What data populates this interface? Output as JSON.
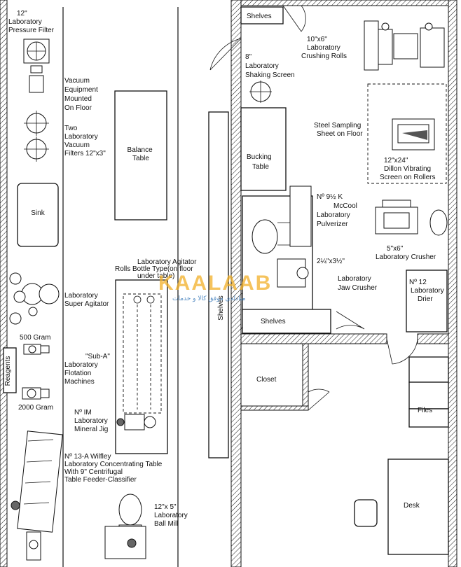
{
  "labels": {
    "pressure_filter": [
      "12\"",
      "Laboratory",
      "Pressure Filter"
    ],
    "vacuum_equipment": [
      "Vacuum",
      "Equipment",
      "Mounted",
      "On Floor"
    ],
    "vacuum_filters": [
      "Two",
      "Laboratory",
      "Vacuum",
      "Filters 12\"x3\""
    ],
    "balance_table": [
      "Balance",
      "Table"
    ],
    "sink": "Sink",
    "super_agitator": [
      "Laboratory",
      "Super Agitator"
    ],
    "agitator_bottle": [
      "Laboratory Agitator",
      "Rolls Bottle Type(on floor",
      "under table)"
    ],
    "gram_500": "500 Gram",
    "gram_2000": "2000 Gram",
    "reagents": "Reagents",
    "flotation": [
      "\"Sub-A\"",
      "Laboratory",
      "Flotation",
      "Machines"
    ],
    "mineral_jig": [
      "Nº IM",
      "Laboratory",
      "Mineral Jig"
    ],
    "wilfley": [
      "Nº 13-A         Wilfley",
      "Laboratory Concentrating Table",
      "With 9\" Centrifugal",
      "Table Feeder-Classifier"
    ],
    "ball_mill": [
      "12\"x 5\"",
      "Laboratory",
      "Ball Mill"
    ],
    "shelves_left": "Shelves",
    "shelves_top": "Shelves",
    "crushing_rolls": [
      "10\"x6\"",
      "Laboratory",
      "Crushing Rolls"
    ],
    "shaking_screen": [
      "8\"",
      "Laboratory",
      "Shaking Screen"
    ],
    "sampling_sheet": [
      "Steel Sampling",
      "Sheet on Floor"
    ],
    "vibrating_screen": [
      "12\"x24\"",
      "Dillon Vibrating",
      "Screen on Rollers"
    ],
    "bucking_table": [
      "Bucking",
      "Table"
    ],
    "pulverizer": [
      "Nº 9½ K",
      "McCool",
      "Laboratory",
      "Pulverizer"
    ],
    "jaw_crusher": [
      "2¼\"x3½\"",
      "Laboratory",
      "Jaw Crusher"
    ],
    "crusher": [
      "5\"x6\"",
      "Laboratory Crusher"
    ],
    "drier": [
      "Nº 12",
      "Laboratory",
      "Drier"
    ],
    "shelves_bottom": "Shelves",
    "closet": "Closet",
    "files": "Files",
    "desk": "Desk"
  },
  "watermark": {
    "main": "KAALAAB",
    "sub": "مبادله‌ی موفق کالا و خدمات"
  },
  "colors": {
    "ink": "#111111",
    "watermark_orange": "#f2b027",
    "watermark_blue": "#2a6fb3"
  }
}
